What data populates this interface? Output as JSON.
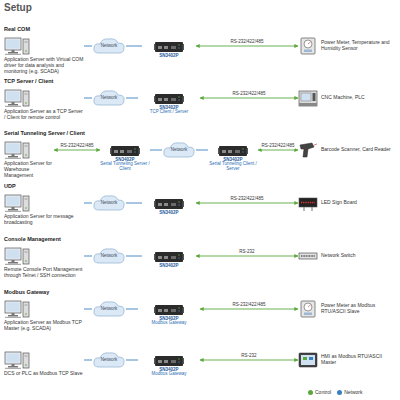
{
  "diagram": {
    "title": "Setup",
    "nodes": [
      {
        "text": [
          "Application Server with Virtual COM driver for data analysis and monitoring (e.g. SCADA)"
        ]
      },
      {
        "text": [
          "Network"
        ]
      },
      {
        "text": [
          "SN3402P"
        ]
      },
      {
        "text": [
          "Power Meter, Temperature and Humidity Sensor"
        ]
      },
      {
        "text": [
          "Application Server as a TCP Server / Client for remote control"
        ]
      },
      {
        "text": [
          "Network"
        ]
      },
      {
        "text": [
          "SN3402P",
          "TCP Client / Server"
        ]
      },
      {
        "text": [
          "CNC Machine, PLC"
        ]
      },
      {
        "text": [
          "Application Server for Warehouse Management"
        ]
      },
      {
        "text": [
          "SN3402P",
          "Serial Tunneling Server / Client"
        ]
      },
      {
        "text": [
          "Network"
        ]
      },
      {
        "text": [
          "SN3402P",
          "Serial Tunneling Client / Server"
        ]
      },
      {
        "text": [
          "Barcode Scanner, Card Reader"
        ]
      },
      {
        "text": [
          "Application Server for message broadcasting"
        ]
      },
      {
        "text": [
          "Network"
        ]
      },
      {
        "text": [
          "SN3402P"
        ]
      },
      {
        "text": [
          "LED Sign Board"
        ]
      },
      {
        "text": [
          "Remote Console Port Management through Telnet / SSH connection"
        ]
      },
      {
        "text": [
          "Network"
        ]
      },
      {
        "text": [
          "SN3402P"
        ]
      },
      {
        "text": [
          "Network Switch"
        ]
      },
      {
        "text": [
          "Application Server as Modbus TCP Master (e.g. SCADA)"
        ]
      },
      {
        "text": [
          "Network"
        ]
      },
      {
        "text": [
          "SN3402P",
          "Modbus Gateway"
        ]
      },
      {
        "text": [
          "Power Meter as Modbus RTU/ASCII Slave"
        ]
      },
      {
        "text": [
          "DCS or PLC as Modbus TCP Slave"
        ]
      },
      {
        "text": [
          "Network"
        ]
      },
      {
        "text": [
          "SN3402P",
          "Modbus Gateway"
        ]
      },
      {
        "text": [
          "HMI as Modbus RTU/ASCII Master"
        ]
      }
    ],
    "edges": [
      {
        "from": 0,
        "to": 1,
        "arrow": "none"
      },
      {
        "from": 1,
        "to": 2,
        "arrow": "none"
      },
      {
        "from": 2,
        "to": 3,
        "label": "RS-232/422/485",
        "arrow": "both"
      },
      {
        "from": 4,
        "to": 5,
        "arrow": "none"
      },
      {
        "from": 5,
        "to": 6,
        "arrow": "none"
      },
      {
        "from": 6,
        "to": 7,
        "label": "RS-232/422/485",
        "arrow": "both"
      },
      {
        "from": 8,
        "to": 9,
        "label": "RS-232/422/485",
        "arrow": "both"
      },
      {
        "from": 9,
        "to": 10,
        "arrow": "none"
      },
      {
        "from": 10,
        "to": 11,
        "arrow": "none"
      },
      {
        "from": 11,
        "to": 12,
        "label": "RS-232/422/485",
        "arrow": "both"
      },
      {
        "from": 13,
        "to": 14,
        "arrow": "none"
      },
      {
        "from": 14,
        "to": 15,
        "arrow": "none"
      },
      {
        "from": 15,
        "to": 16,
        "label": "RS-232/422/485",
        "arrow": "both"
      },
      {
        "from": 17,
        "to": 18,
        "arrow": "none"
      },
      {
        "from": 18,
        "to": 19,
        "arrow": "none"
      },
      {
        "from": 19,
        "to": 20,
        "label": "RS-232",
        "arrow": "both"
      },
      {
        "from": 21,
        "to": 22,
        "arrow": "none"
      },
      {
        "from": 22,
        "to": 23,
        "arrow": "none"
      },
      {
        "from": 23,
        "to": 24,
        "label": "RS-232/422/485",
        "arrow": "both"
      },
      {
        "from": 25,
        "to": 26,
        "arrow": "none"
      },
      {
        "from": 26,
        "to": 27,
        "arrow": "none"
      },
      {
        "from": 27,
        "to": 28,
        "label": "RS-232",
        "arrow": "both"
      }
    ],
    "labels": [
      "Real COM",
      "TCP Server / Client",
      "Serial Tunneling Server / Client",
      "UDP",
      "Console Management",
      "Modbus Gateway"
    ],
    "legend": [
      {
        "text": "Control",
        "color": "#5aa83c"
      },
      {
        "text": "Network",
        "color": "#3a7fc1"
      }
    ]
  }
}
